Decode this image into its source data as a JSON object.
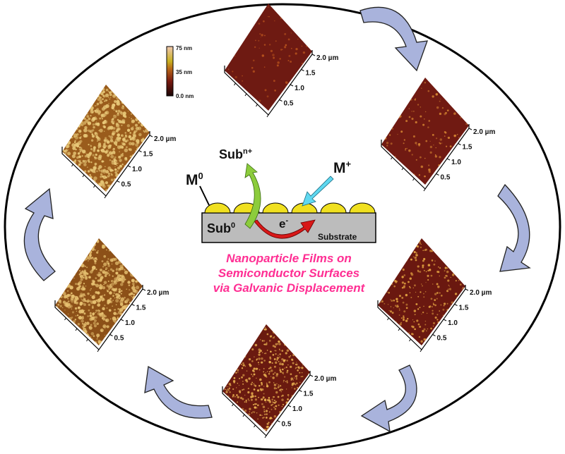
{
  "colorbar": {
    "max_label": "75 nm",
    "mid_label": "35 nm",
    "min_label": "0.0 nm"
  },
  "axis_ticks": [
    "0.5",
    "1.0",
    "1.5",
    "2.0 µm"
  ],
  "films": [
    {
      "id": "film-1",
      "base": "#6e1a12",
      "dot": "#b4501c",
      "density": 0.15
    },
    {
      "id": "film-2",
      "base": "#701a12",
      "dot": "#d08030",
      "density": 0.2
    },
    {
      "id": "film-3",
      "base": "#6a1810",
      "dot": "#e0a040",
      "density": 0.45
    },
    {
      "id": "film-4",
      "base": "#6a1a10",
      "dot": "#e8b050",
      "density": 0.8
    },
    {
      "id": "film-5",
      "base": "#8c5018",
      "dot": "#e6c070",
      "density": 1.0
    },
    {
      "id": "film-6",
      "base": "#9a5c1c",
      "dot": "#e8c878",
      "density": 1.0
    }
  ],
  "schematic": {
    "m0": "M",
    "m0_sup": "0",
    "subn": "Sub",
    "subn_sup": "n+",
    "mplus": "M",
    "mplus_sup": "+",
    "sub0": "Sub",
    "sub0_sup": "0",
    "electron": "e",
    "electron_sup": "-",
    "substrate": "Substrate"
  },
  "caption": [
    "Nanoparticle Films on",
    "Semiconductor Surfaces",
    "via Galvanic Displacement"
  ],
  "colors": {
    "arrow": "#a9b3dc",
    "caption": "#ff2e93",
    "particle": "#f0e020",
    "substrate": "#bcbcbc",
    "green_arrow": "#8ccc3c",
    "red_arrow": "#d81818",
    "cyan_arrow": "#5fd8f0"
  }
}
